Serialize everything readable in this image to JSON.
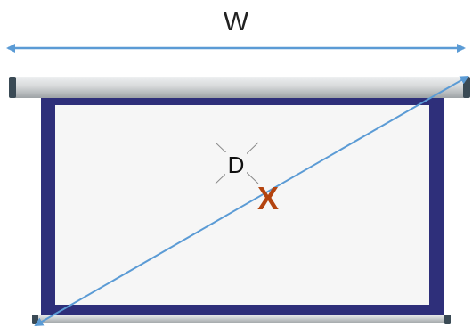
{
  "labels": {
    "width": "W",
    "diagonal": "D",
    "center": "X"
  },
  "colors": {
    "arrow": "#5b9bd5",
    "frame": "#2e2f7a",
    "screen": "#f6f6f6",
    "center_mark": "#b4440f",
    "case": "#c9cbcc",
    "case_end": "#3a4a55"
  }
}
